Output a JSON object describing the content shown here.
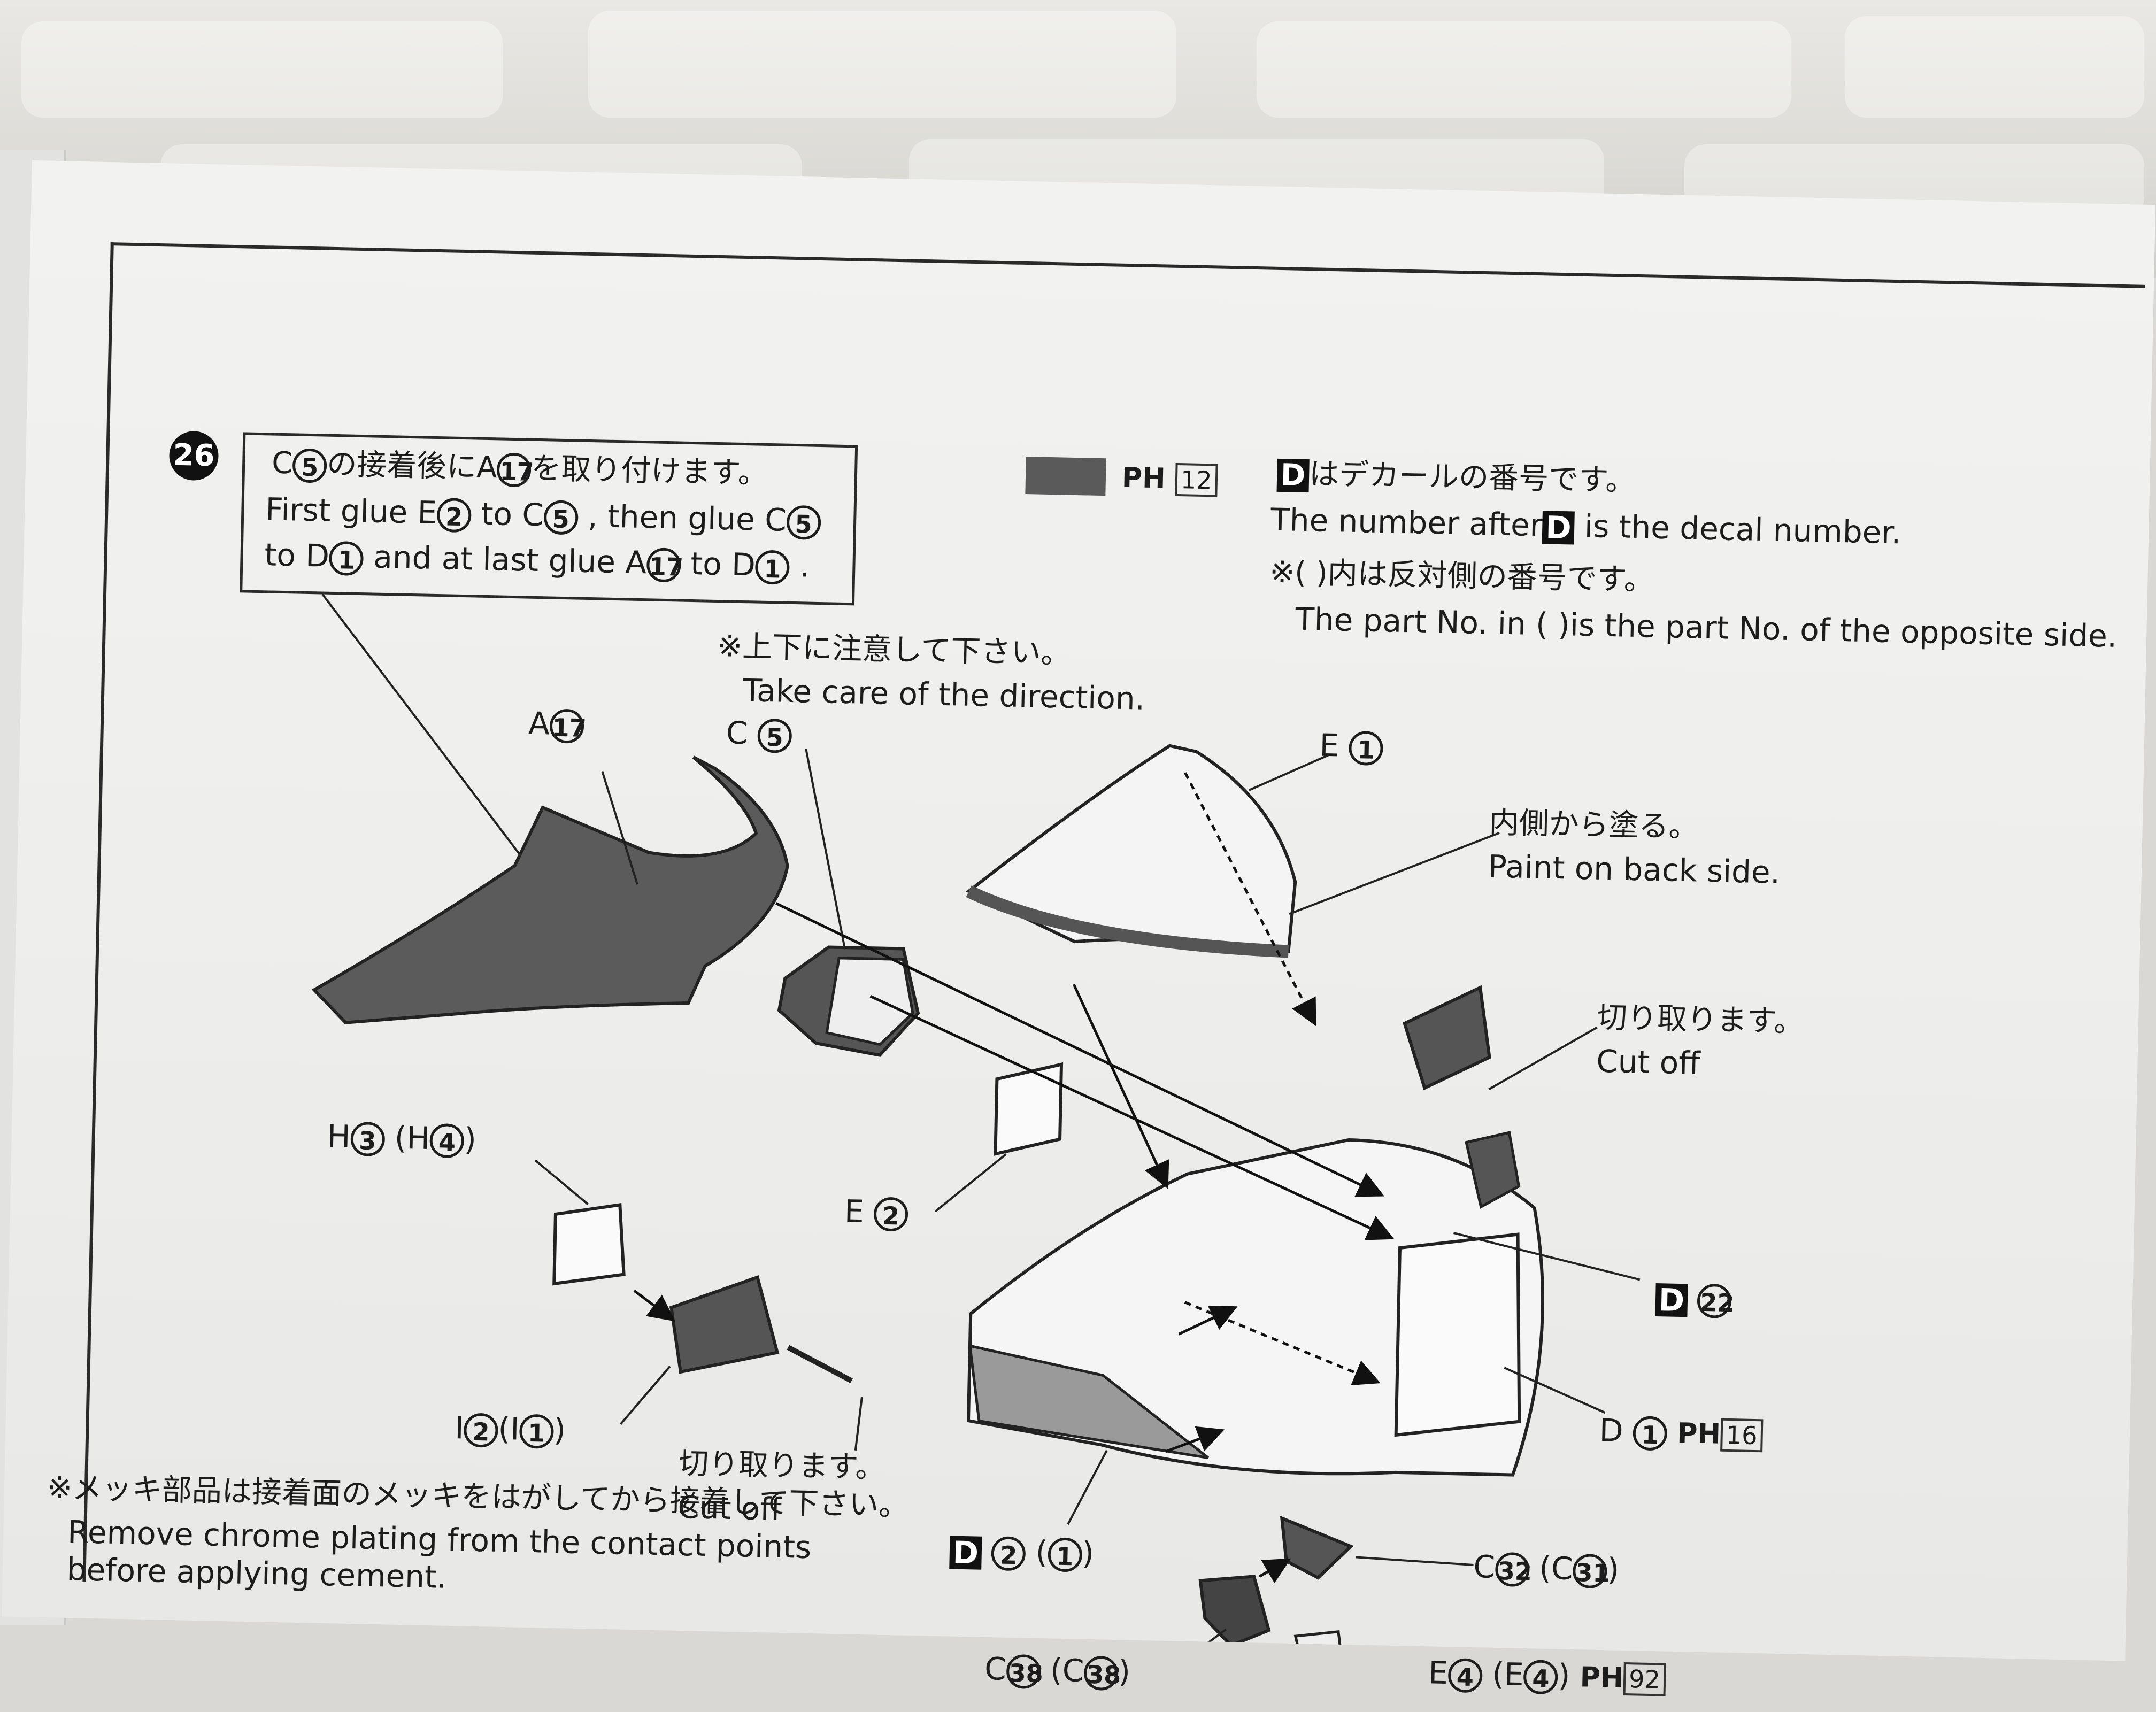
{
  "step": {
    "number": "26"
  },
  "instruction_box": {
    "line1_a": "C",
    "line1_c1": "5",
    "line1_b": "の接着後にA",
    "line1_c2": "17",
    "line1_c": "を取り付けます。",
    "line2_a": "First glue E",
    "line2_c1": "2",
    "line2_b": "to C",
    "line2_c2": "5",
    "line2_c": ", then glue C",
    "line2_c3": "5",
    "line3_a": "to D",
    "line3_c1": "1",
    "line3_b": "and at last glue A",
    "line3_c2": "17",
    "line3_c": "to D",
    "line3_c3": "1",
    "line3_d": "."
  },
  "paint_legend": {
    "ph": "PH",
    "code": "12",
    "color": "#5a5a5a"
  },
  "decal_note": {
    "d": "D",
    "jp": "はデカールの番号です。",
    "en_a": "The number after",
    "en_b": "is the decal number."
  },
  "opposite_note": {
    "jp": "※(   )内は反対側の番号です。",
    "en": "The part No. in (    )is the part No. of the opposite side."
  },
  "direction_note": {
    "jp": "※上下に注意して下さい。",
    "en": "Take care of the direction."
  },
  "labels": {
    "a17": {
      "p": "A",
      "n": "17"
    },
    "c5": {
      "p": "C",
      "n": "5"
    },
    "e1": {
      "p": "E",
      "n": "1"
    },
    "back_side_jp": "内側から塗る。",
    "back_side_en": "Paint on back side.",
    "cutoff1_jp": "切り取ります。",
    "cutoff1_en": "Cut off",
    "h3": {
      "p": "H",
      "n": "3",
      "q": "(H",
      "m": "4",
      "r": ")"
    },
    "e2": {
      "p": "E",
      "n": "2"
    },
    "d22": {
      "d": "D",
      "n": "22"
    },
    "d1": {
      "p": "D",
      "n": "1",
      "ph": "PH",
      "code": "16"
    },
    "i2": {
      "p": "I",
      "n": "2",
      "q": "(I",
      "m": "1",
      "r": ")"
    },
    "cutoff2_jp": "切り取ります。",
    "cutoff2_en": "Cut off",
    "decal2": {
      "d": "D",
      "n": "2",
      "q": "(",
      "m": "1",
      "r": ")"
    },
    "c32": {
      "p": "C",
      "n": "32",
      "q": "(C",
      "m": "31",
      "r": ")"
    },
    "c38": {
      "p": "C",
      "n": "38",
      "q": "(C",
      "m": "38",
      "r": ")"
    },
    "e4": {
      "p": "E",
      "n": "4",
      "q": "(E",
      "m": "4",
      "r": ")",
      "ph": "PH",
      "code": "92"
    }
  },
  "chrome_note": {
    "jp": "※メッキ部品は接着面のメッキをはがしてから接着して下さい。",
    "en1": "Remove chrome plating from the contact points",
    "en2": "before applying cement."
  },
  "icons": [
    "arrow-icon",
    "leader-line-icon"
  ]
}
